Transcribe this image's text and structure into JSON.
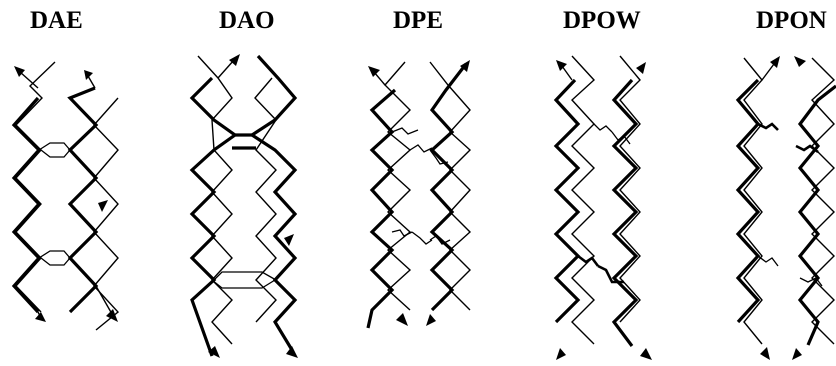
{
  "panels": [
    {
      "id": "dae",
      "title": "DAE"
    },
    {
      "id": "dao",
      "title": "DAO"
    },
    {
      "id": "dpe",
      "title": "DPE"
    },
    {
      "id": "dpow",
      "title": "DPOW"
    },
    {
      "id": "dpon",
      "title": "DPON"
    }
  ],
  "colors": {
    "ink": "#000000",
    "background": "#ffffff"
  }
}
